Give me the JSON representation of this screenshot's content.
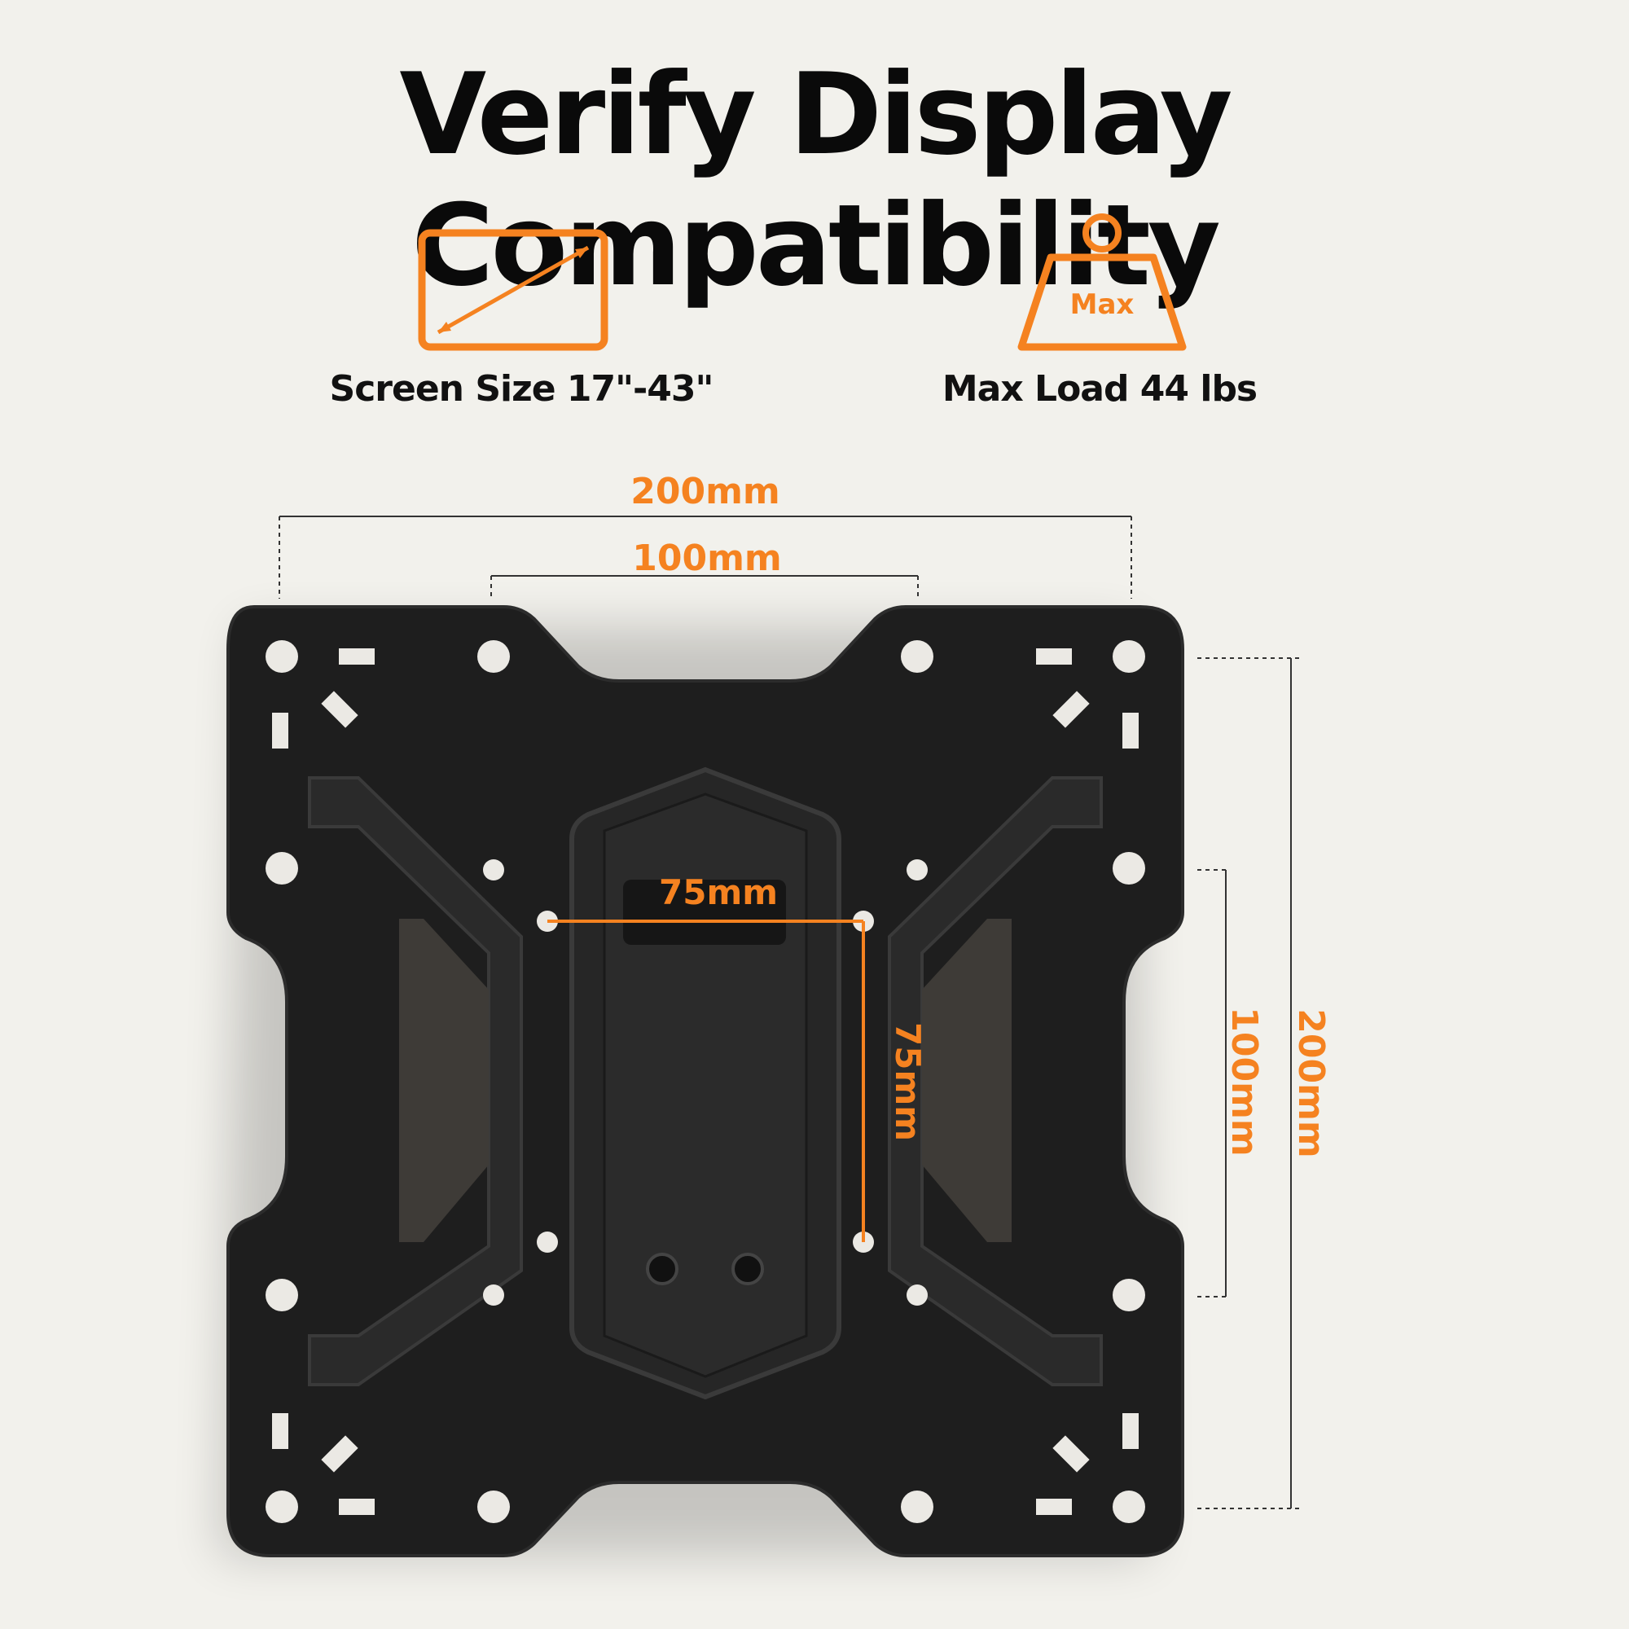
{
  "title": "Verify Display Compatibility",
  "features": {
    "screen_size": {
      "icon": "screen-diagonal-icon",
      "label": "Screen Size 17\"-43\""
    },
    "max_load": {
      "icon": "weight-icon",
      "icon_text": "Max",
      "label": "Max Load 44 lbs"
    }
  },
  "dimensions": {
    "top_outer": "200mm",
    "top_inner": "100mm",
    "center_horizontal": "75mm",
    "center_vertical": "75mm",
    "right_inner": "100mm",
    "right_outer": "200mm"
  },
  "colors": {
    "accent": "#f58220",
    "background": "#f2f1ec",
    "plate": "#1f1f1f",
    "text": "#0a0a0a"
  }
}
